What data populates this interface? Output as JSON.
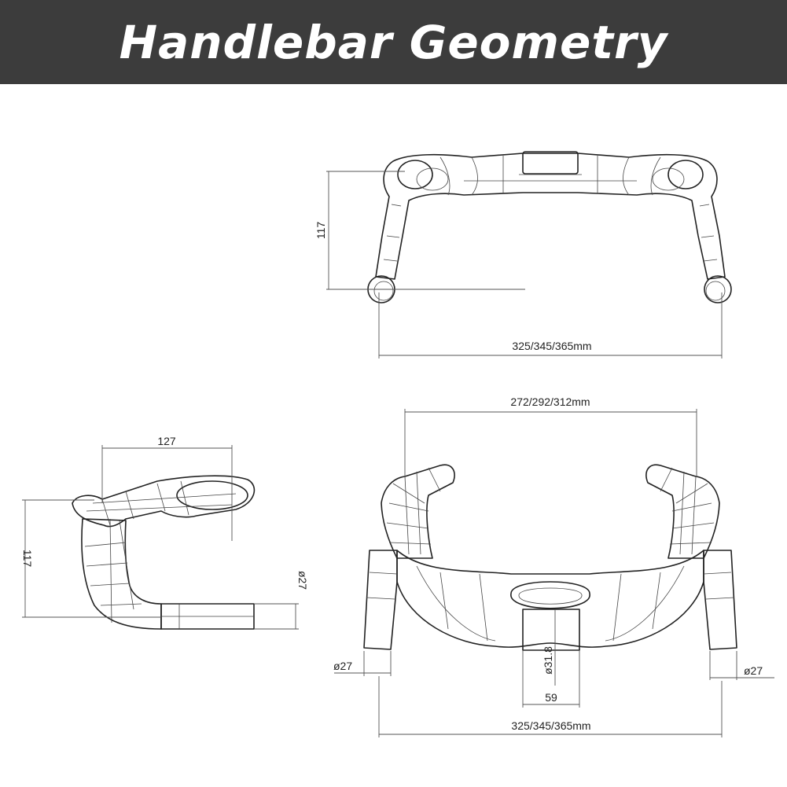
{
  "header": {
    "title": "Handlebar Geometry"
  },
  "views": {
    "top": {
      "height": "117",
      "width": "325/345/365mm"
    },
    "side": {
      "reach": "127",
      "drop": "117",
      "drop_diameter": "ø27"
    },
    "front": {
      "hood_width": "272/292/312mm",
      "left_diameter": "ø27",
      "right_diameter": "ø27",
      "clamp_diameter": "ø31.8",
      "clamp_width": "59",
      "width": "325/345/365mm"
    }
  },
  "colors": {
    "banner": "#3c3c3c",
    "title": "#ffffff",
    "line": "#222222"
  }
}
